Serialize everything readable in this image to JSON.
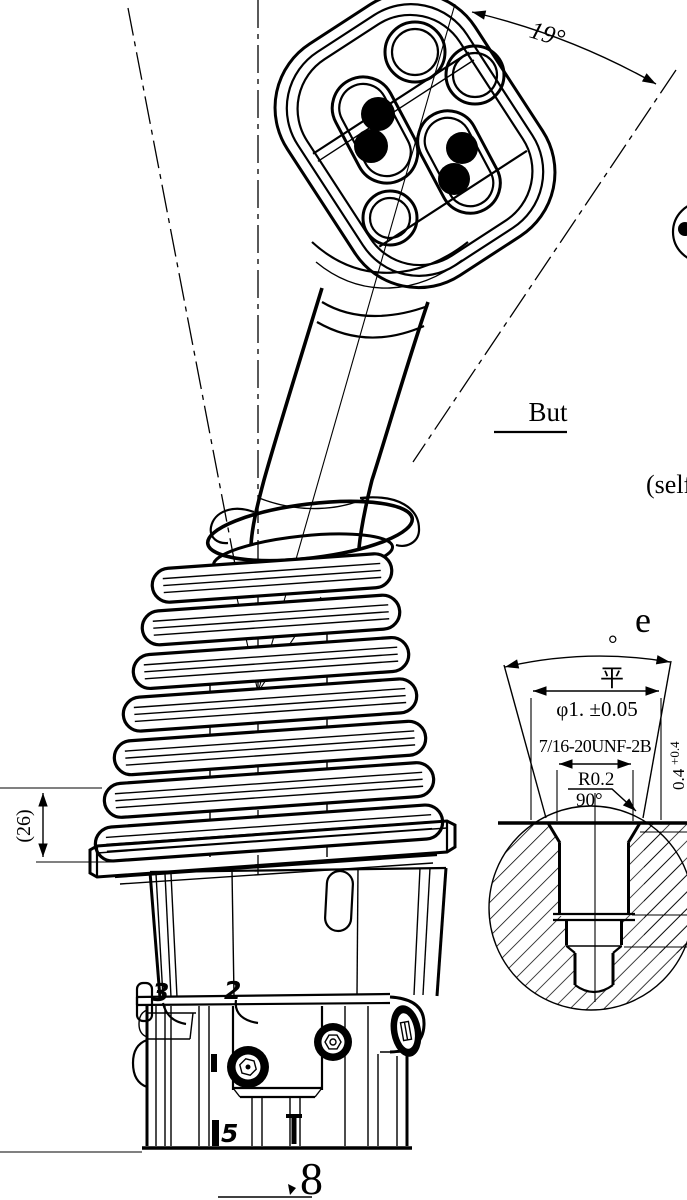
{
  "annotations": {
    "tilt_angle": "19°",
    "but_label": "But",
    "self_label": "(self",
    "height_dim": "(26)"
  },
  "detail_view": {
    "label": "e",
    "degree": "°",
    "flat": "平",
    "diameter": "φ1. ±0.05",
    "thread": "7/16-20UNF-2B",
    "radius": "R0.2",
    "angle": "90°",
    "depth": "0.4",
    "depth_tol": "+0.4"
  },
  "part_numbers": {
    "n3": "3",
    "n2": "2",
    "n5": "5",
    "n8": "8"
  }
}
